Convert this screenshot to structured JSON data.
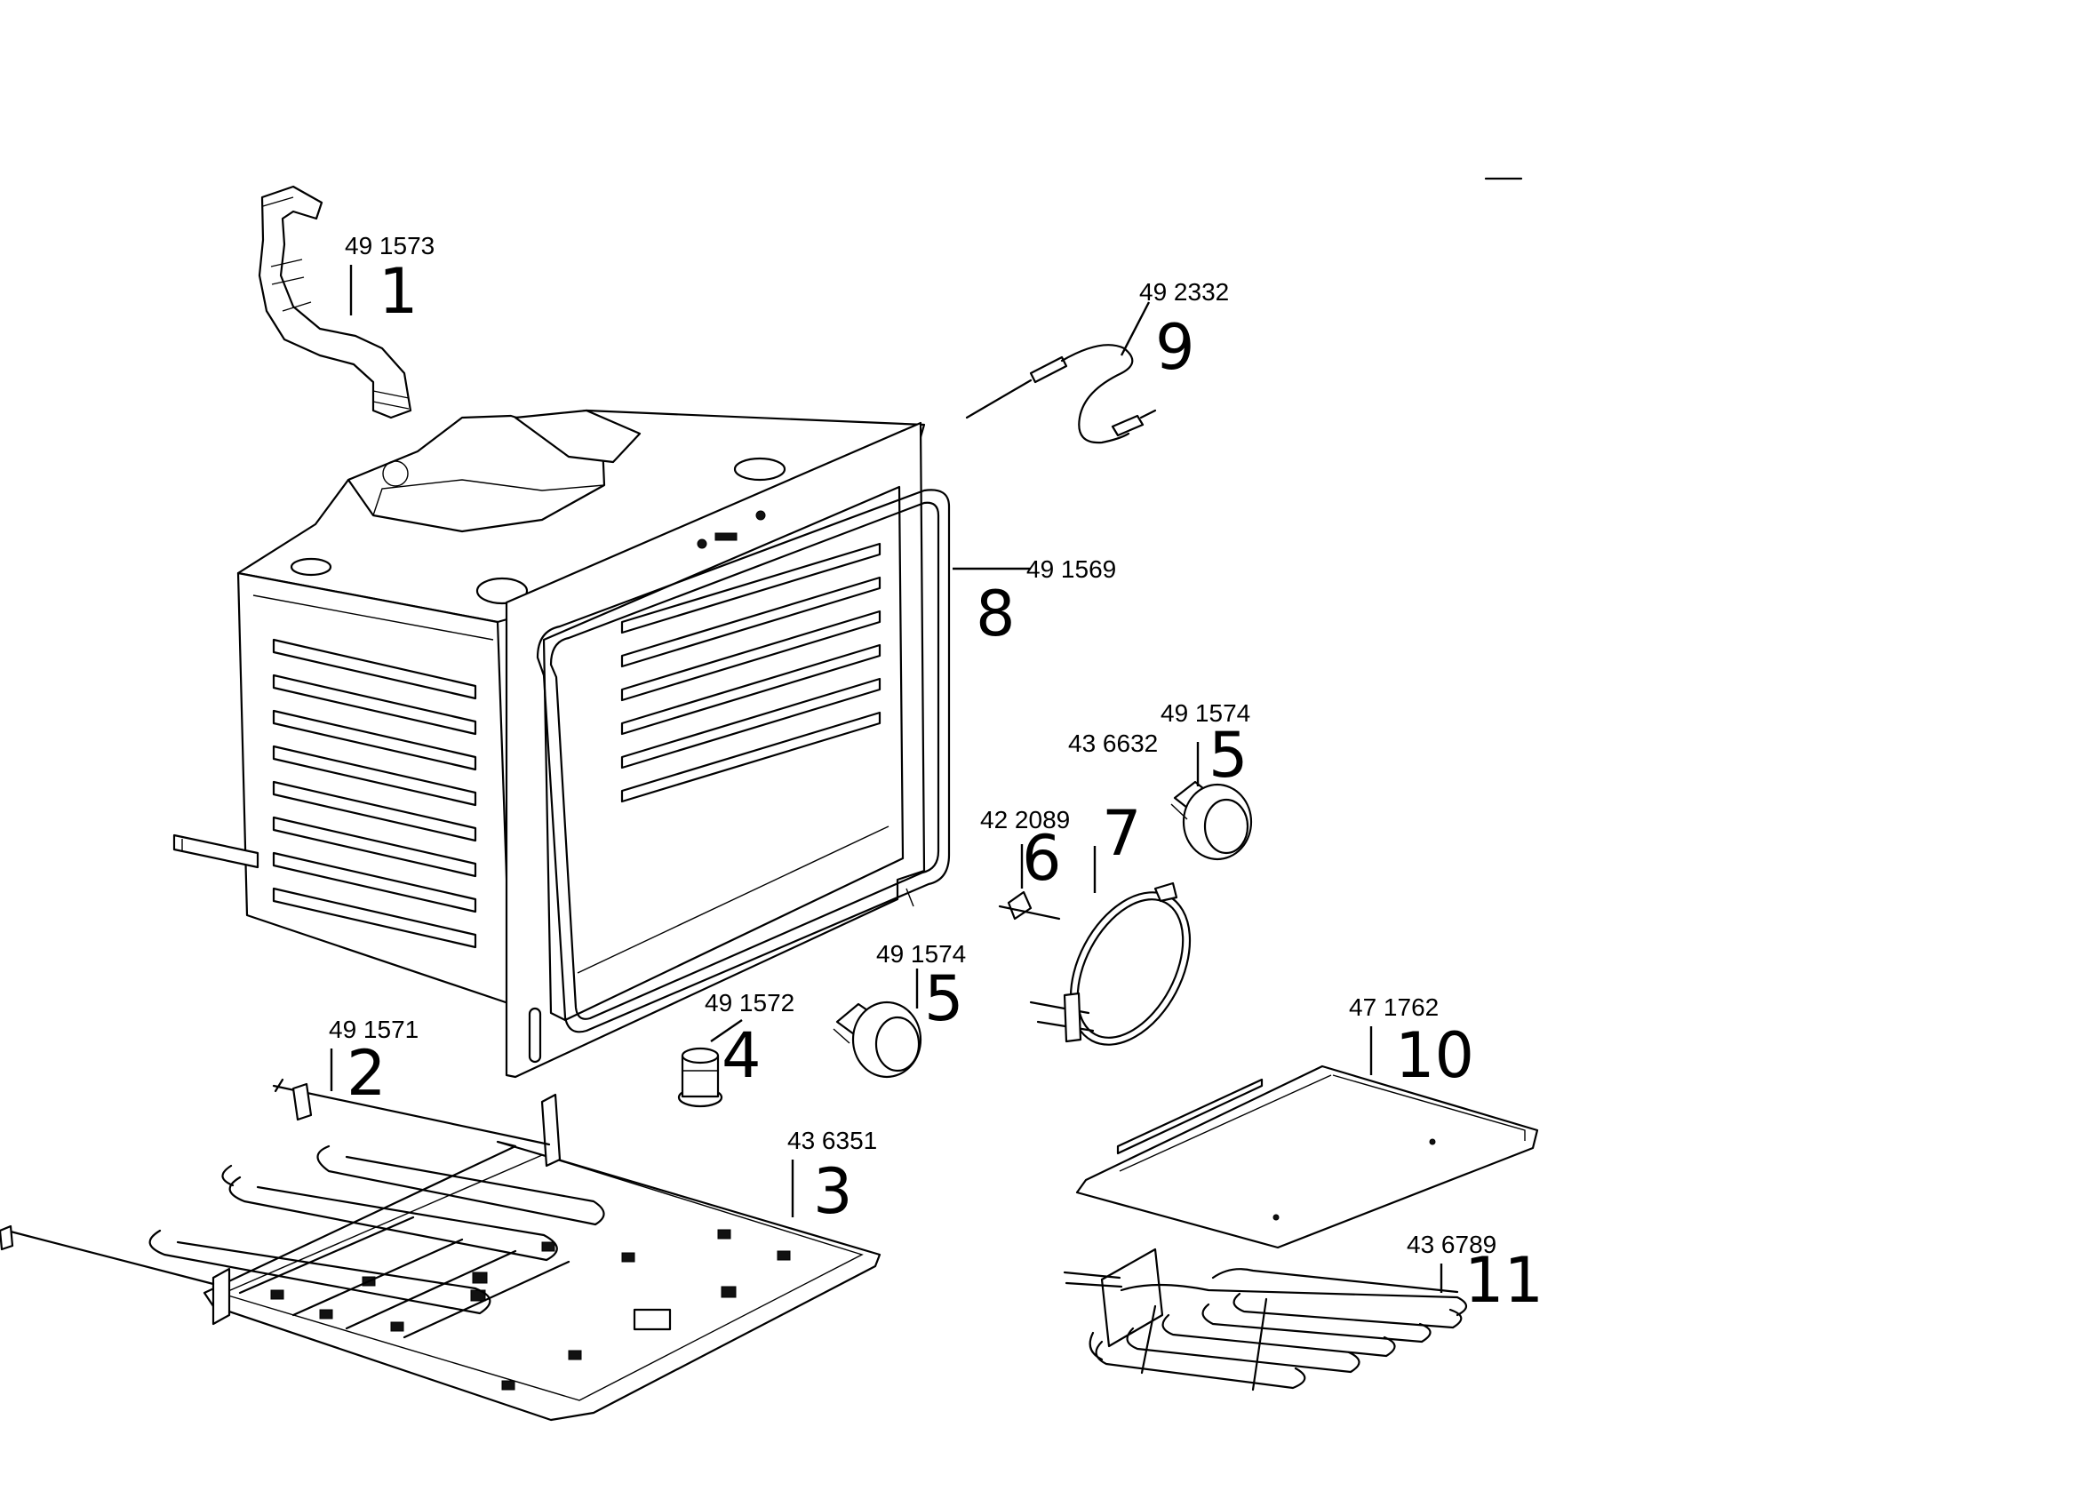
{
  "parts": [
    {
      "id": "p1",
      "part_number": "49 1573",
      "callout": "1",
      "name": "hose"
    },
    {
      "id": "p2",
      "part_number": "49 1571",
      "callout": "2",
      "name": "upper-heating-element"
    },
    {
      "id": "p3",
      "part_number": "43 6351",
      "callout": "3",
      "name": "oven-top-plate"
    },
    {
      "id": "p4",
      "part_number": "49 1572",
      "callout": "4",
      "name": "small-cylinder-part"
    },
    {
      "id": "p5a",
      "part_number": "49 1574",
      "callout": "5",
      "name": "lamp-holder-lower"
    },
    {
      "id": "p5b",
      "part_number": "49 1574",
      "callout": "5",
      "name": "lamp-holder-upper"
    },
    {
      "id": "p6",
      "part_number": "42 2089",
      "callout": "6",
      "name": "clip"
    },
    {
      "id": "p7",
      "part_number": "43 6632",
      "callout": "7",
      "name": "ring-heating-element"
    },
    {
      "id": "p8",
      "part_number": "49 1569",
      "callout": "8",
      "name": "door-seal"
    },
    {
      "id": "p9",
      "part_number": "49 2332",
      "callout": "9",
      "name": "temperature-sensor"
    },
    {
      "id": "p10",
      "part_number": "47 1762",
      "callout": "10",
      "name": "bottom-plate"
    },
    {
      "id": "p11",
      "part_number": "43 6789",
      "callout": "11",
      "name": "lower-heating-element"
    }
  ]
}
